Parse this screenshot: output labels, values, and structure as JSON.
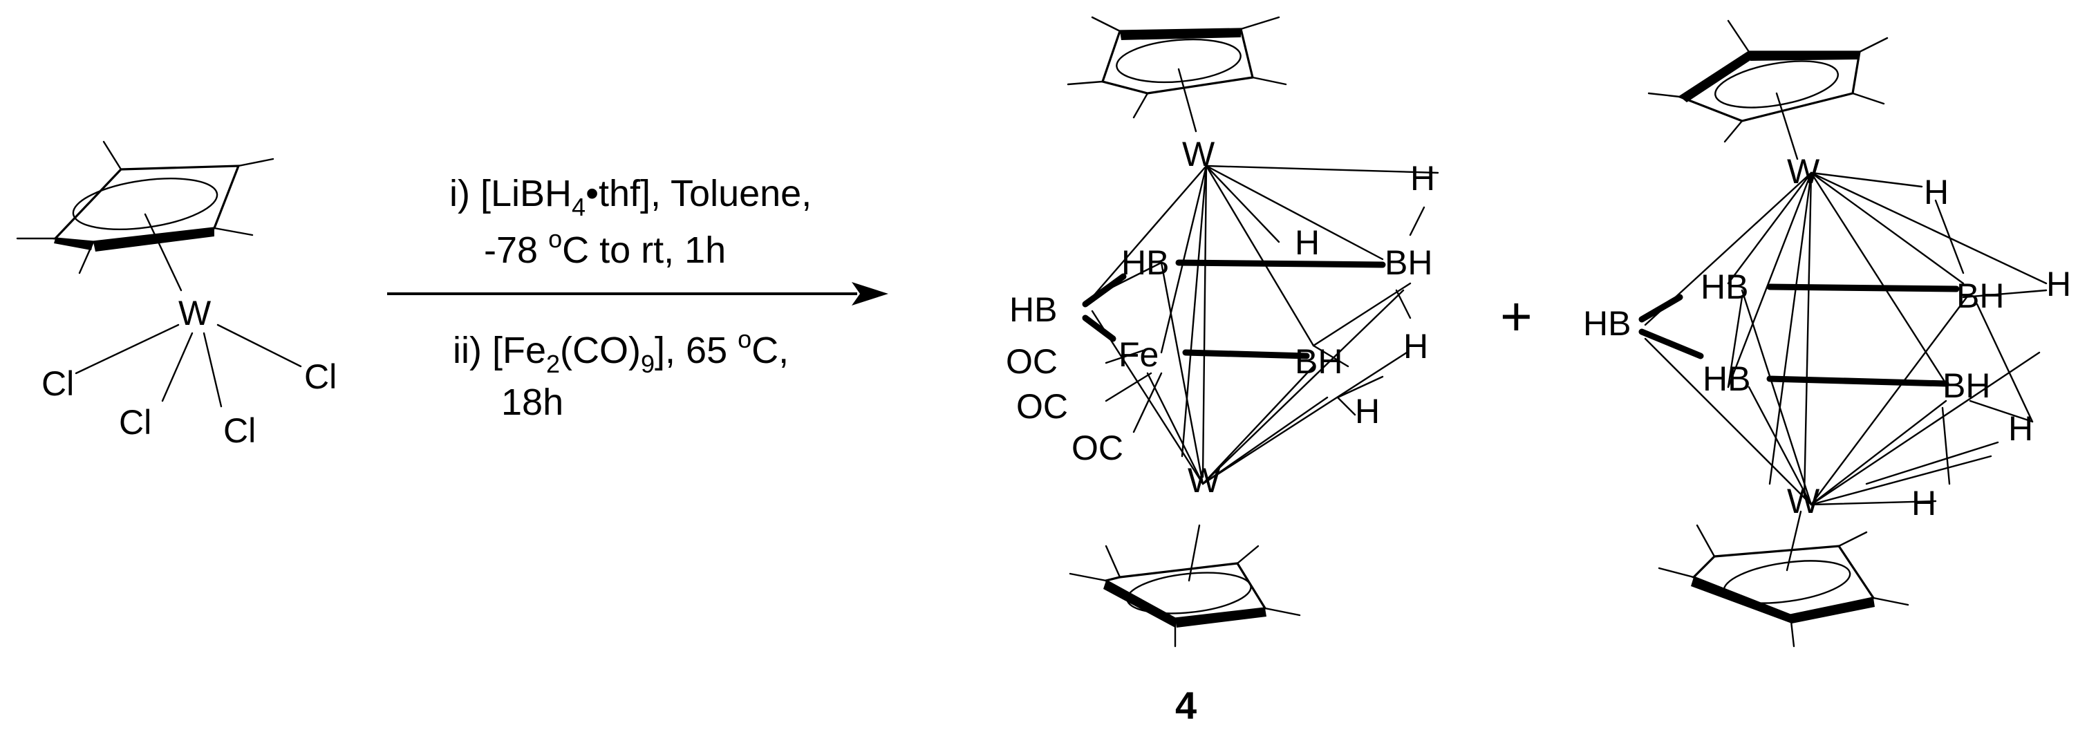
{
  "atoms": {
    "W": "W",
    "Cl": "Cl",
    "HB": "HB",
    "BH": "BH",
    "H": "H",
    "Fe": "Fe",
    "OC": "OC"
  },
  "conditions": {
    "step1_prefix": "i) [LiBH",
    "step1_sub": "4",
    "step1_suffix": "•thf], Toluene,",
    "step1_line2_a": "-78 ",
    "step1_line2_sup": "o",
    "step1_line2_b": "C to rt, 1h",
    "step2_prefix": "ii) [Fe",
    "step2_sub1": "2",
    "step2_mid": "(CO)",
    "step2_sub2": "9",
    "step2_mid2": "], 65 ",
    "step2_sup": "o",
    "step2_suffix": "C,",
    "step2_line2": "18h"
  },
  "compound_number": "4",
  "plus_sign": "+"
}
